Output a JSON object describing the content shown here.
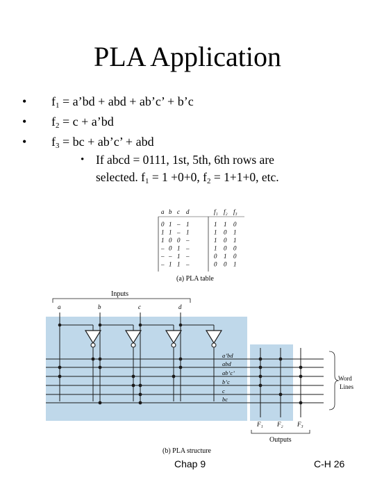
{
  "slide": {
    "title": "PLA Application",
    "bullets": [
      {
        "prefix": "f",
        "sub": "1",
        "rest": " = a’bd + abd + ab’c’ + b’c"
      },
      {
        "prefix": "f",
        "sub": "2",
        "rest": " = c + a’bd"
      },
      {
        "prefix": "f",
        "sub": "3",
        "rest": " = bc + ab’c’ + abd"
      }
    ],
    "sub_bullet": {
      "line1": "If abcd = 0111, 1st, 5th, 6th rows are",
      "line2_a": "selected. f",
      "line2_sub1": "1",
      "line2_b": " = 1 +0+0, f",
      "line2_sub2": "2",
      "line2_c": " = 1+1+0, etc."
    },
    "footer_left": "Chap 9",
    "footer_right": "C-H 26"
  },
  "pla_table": {
    "caption": "(a) PLA table",
    "headers": [
      "a",
      "b",
      "c",
      "d",
      "f₁",
      "f₂",
      "f₃"
    ],
    "rows": [
      [
        "0",
        "1",
        "–",
        "1",
        "1",
        "1",
        "0"
      ],
      [
        "1",
        "1",
        "–",
        "1",
        "1",
        "0",
        "1"
      ],
      [
        "1",
        "0",
        "0",
        "–",
        "1",
        "0",
        "1"
      ],
      [
        "–",
        "0",
        "1",
        "–",
        "1",
        "0",
        "0"
      ],
      [
        "–",
        "–",
        "1",
        "–",
        "0",
        "1",
        "0"
      ],
      [
        "–",
        "1",
        "1",
        "–",
        "0",
        "0",
        "1"
      ]
    ]
  },
  "pla_structure": {
    "caption": "(b) PLA structure",
    "inputs_label": "Inputs",
    "input_names": [
      "a",
      "b",
      "c",
      "d"
    ],
    "term_labels": [
      "a’bd",
      "abd",
      "ab’c’",
      "b’c",
      "c",
      "bc"
    ],
    "word_lines_label_1": "Word",
    "word_lines_label_2": "Lines",
    "output_names": [
      "F₁",
      "F₂",
      "F₃"
    ],
    "outputs_label": "Outputs"
  },
  "colors": {
    "panel": "#bfd8ea",
    "line": "#1a1a1a"
  }
}
